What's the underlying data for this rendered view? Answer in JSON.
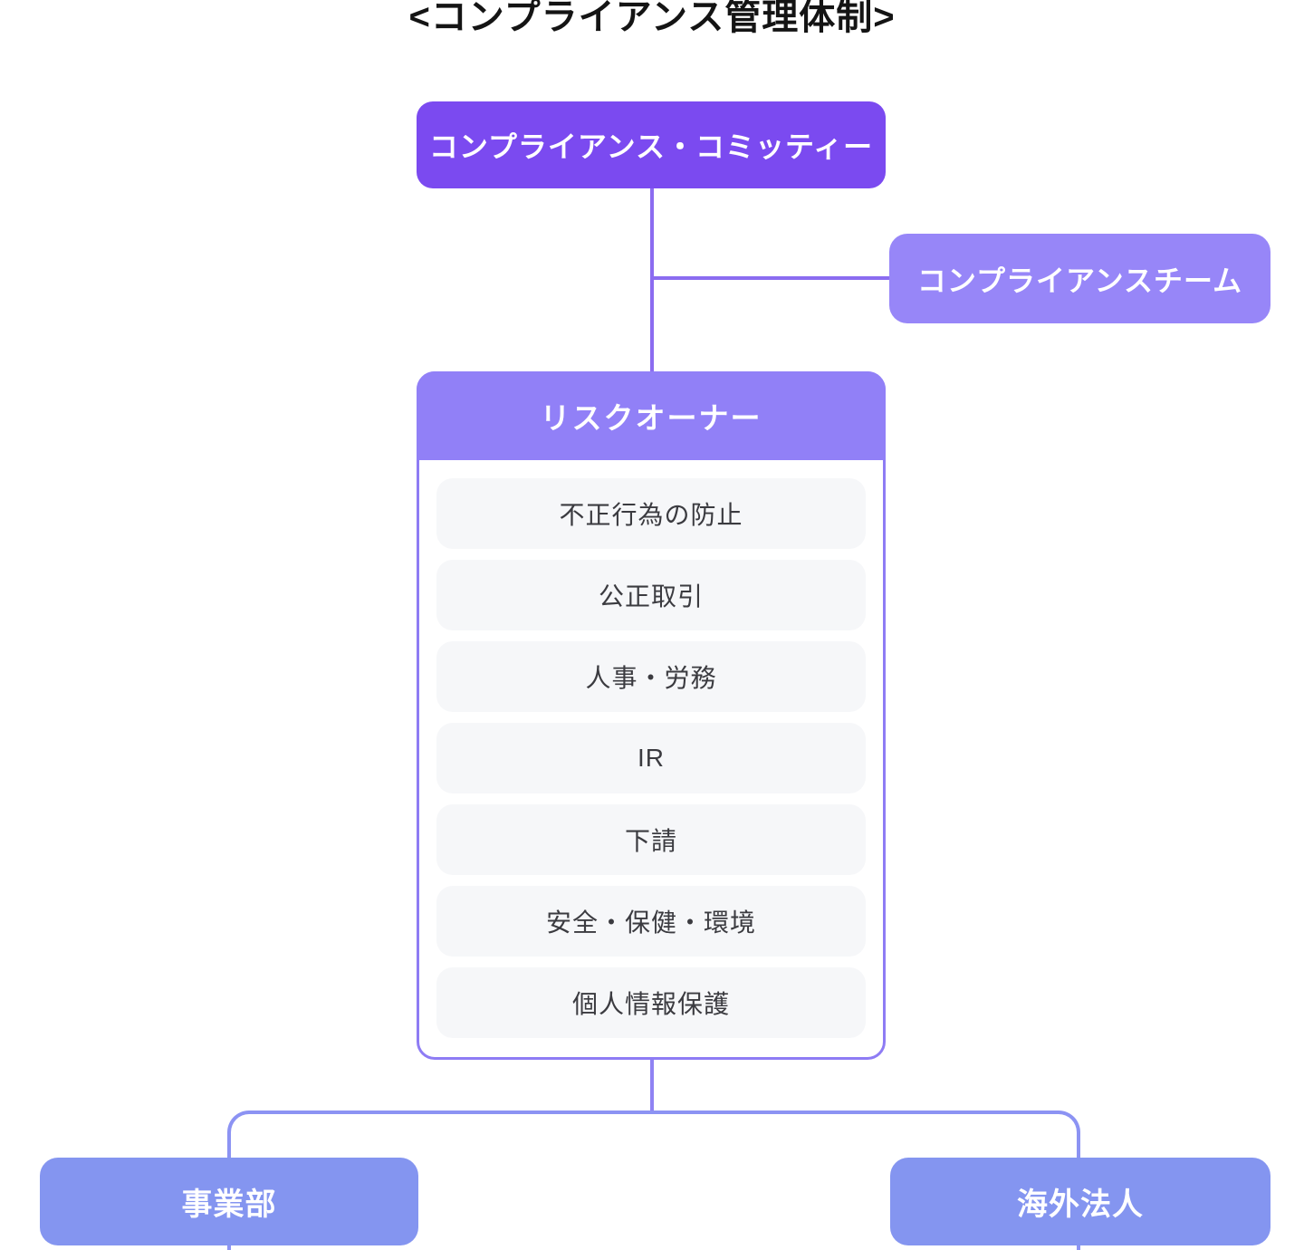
{
  "title": "<コンプライアンス管理体制>",
  "nodes": {
    "committee": {
      "label": "コンプライアンス・コミッティー"
    },
    "team": {
      "label": "コンプライアンスチーム"
    },
    "risk_owner": {
      "label": "リスクオーナー",
      "items": [
        "不正行為の防止",
        "公正取引",
        "人事・労務",
        "IR",
        "下請",
        "安全・保健・環境",
        "個人情報保護"
      ]
    },
    "division": {
      "label": "事業部"
    },
    "overseas": {
      "label": "海外法人"
    }
  },
  "colors": {
    "title_color": "#141414",
    "committee_bg": "#7B4AF0",
    "team_bg": "#9786F8",
    "ro_header_bg": "#9180F7",
    "risk_border": "#8E7CF4",
    "item_bg": "#F6F7F9",
    "item_text": "#3B3B40",
    "bottom_box_bg": "#8495F0",
    "connector_top": "#8B6CF0",
    "connector_mid": "#8F82F3",
    "connector_bottom": "#8C93F3",
    "box_text": "#FFFFFF"
  }
}
